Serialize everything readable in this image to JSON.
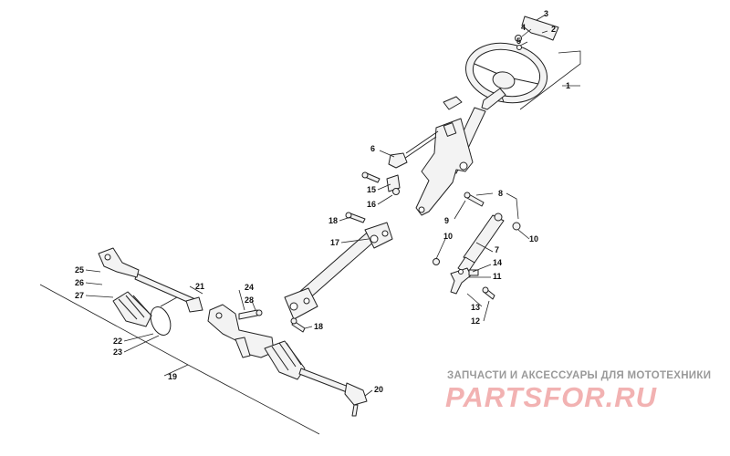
{
  "callouts": [
    "1",
    "2",
    "3",
    "4",
    "5",
    "6",
    "7",
    "8",
    "9",
    "10",
    "10",
    "11",
    "12",
    "13",
    "14",
    "15",
    "16",
    "17",
    "18",
    "18",
    "19",
    "20",
    "21",
    "22",
    "23",
    "24",
    "25",
    "26",
    "27",
    "28"
  ],
  "watermark": {
    "tagline": "ЗАПЧАСТИ И АКСЕССУАРЫ ДЛЯ МОТОТЕХНИКИ",
    "logo_text": "PARTSFOR.RU",
    "logo_color": "#f2b2b2"
  },
  "colors": {
    "line": "#222222",
    "fill": "#f3f3f3",
    "label": "#111111"
  }
}
